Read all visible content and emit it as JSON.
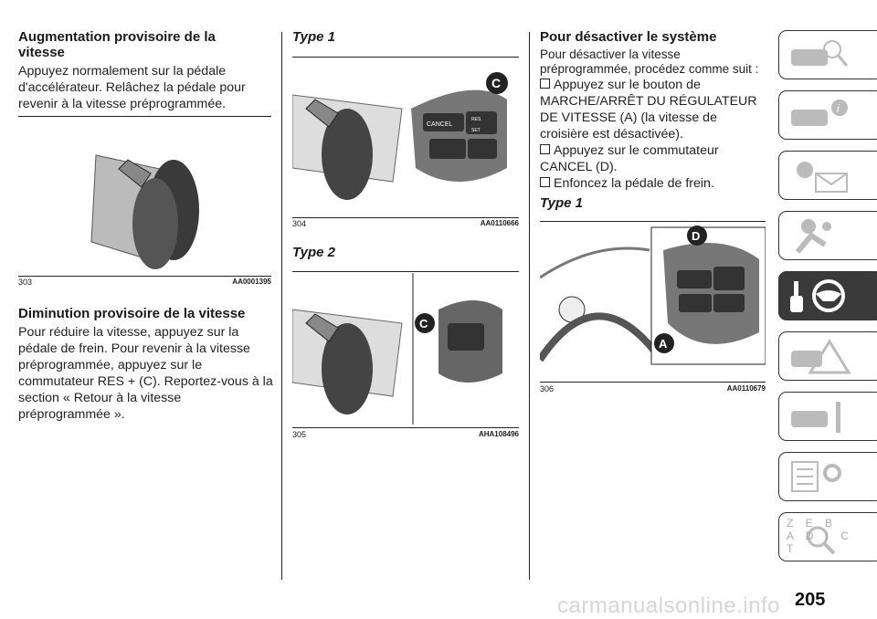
{
  "col1": {
    "heading1": "Augmentation provisoire de la vitesse",
    "para1": "Appuyez normalement sur la pédale d'accélérateur. Relâchez la pédale pour revenir à la vitesse préprogrammée.",
    "fig303_num": "303",
    "fig303_code": "AA0001395",
    "heading2": "Diminution provisoire de la vitesse",
    "para2": "Pour réduire la vitesse, appuyez sur la pédale de frein. Pour revenir à la vitesse préprogrammée, appuyez sur le commutateur RES + (C). Reportez-vous à la section « Retour à la vitesse préprogrammée »."
  },
  "col2": {
    "type1": "Type 1",
    "fig304_num": "304",
    "fig304_code": "AA0110666",
    "fig304_labels": {
      "callout": "C",
      "cancel": "CANCEL",
      "res": "RES",
      "set": "SET"
    },
    "type2": "Type 2",
    "fig305_num": "305",
    "fig305_code": "AHA108496",
    "fig305_callout": "C"
  },
  "col3": {
    "heading": "Pour désactiver le système",
    "intro": "Pour désactiver la vitesse préprogrammée, procédez comme suit :",
    "bullets": [
      "Appuyez sur le bouton de MARCHE/ARRÊT DU RÉGULATEUR DE VITESSE (A) (la vitesse de croisière est désactivée).",
      "Appuyez sur le commutateur CANCEL (D).",
      "Enfoncez la pédale de frein."
    ],
    "type1": "Type 1",
    "fig306_num": "306",
    "fig306_code": "AA0110679",
    "fig306_callouts": {
      "d": "D",
      "a": "A"
    }
  },
  "sidebar": {
    "tabs": [
      "car-search",
      "car-info",
      "warning-lights-messages",
      "safety-airbag",
      "starting-driving",
      "emergency",
      "maintenance",
      "technical-data",
      "index"
    ],
    "active": "starting-driving",
    "index_letters": "Z E B A D I C T"
  },
  "footer": {
    "page_number": "205",
    "watermark": "carmanualsonline.info"
  }
}
